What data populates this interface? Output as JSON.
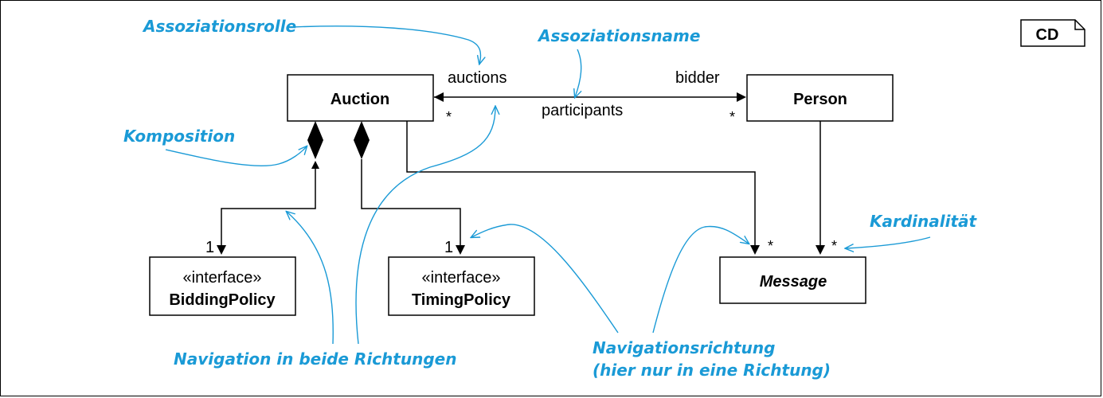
{
  "diagram_tag": "CD",
  "classes": {
    "auction": "Auction",
    "person": "Person",
    "message": "Message",
    "bidding_policy": {
      "stereotype": "«interface»",
      "name": "BiddingPolicy"
    },
    "timing_policy": {
      "stereotype": "«interface»",
      "name": "TimingPolicy"
    }
  },
  "association": {
    "role_left": "auctions",
    "role_right": "bidder",
    "name": "participants",
    "mult_left": "*",
    "mult_right": "*"
  },
  "multiplicities": {
    "bidding": "1",
    "timing": "1",
    "message_left": "*",
    "message_right": "*"
  },
  "annotations": {
    "assoziationsrolle": "Assoziationsrolle",
    "assoziationsname": "Assoziationsname",
    "komposition": "Komposition",
    "kardinalitaet": "Kardinalität",
    "navigation_beide": "Navigation in beide Richtungen",
    "navigationsrichtung_1": "Navigationsrichtung",
    "navigationsrichtung_2": "(hier nur in eine Richtung)"
  },
  "colors": {
    "annotation": "#1a9ad6",
    "lines": "#000000"
  }
}
